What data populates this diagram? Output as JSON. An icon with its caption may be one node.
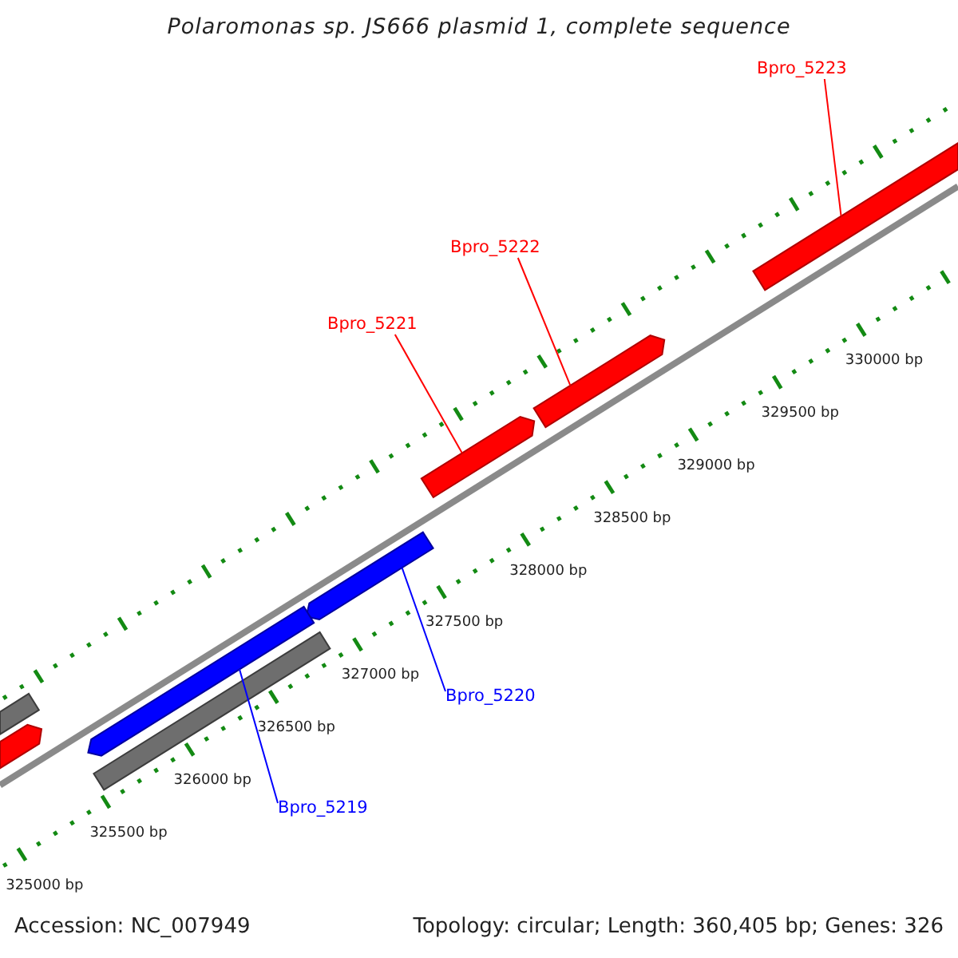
{
  "diagram": {
    "title": "Polaromonas sp. JS666 plasmid 1, complete sequence",
    "nodes": [
      {
        "text": [
          "Bpro_5223"
        ]
      },
      {
        "text": [],
        "shape": "bar"
      },
      {
        "text": [
          "Bpro_5222"
        ]
      },
      {
        "text": [
          "Bpro_5221"
        ]
      },
      {
        "text": [],
        "shape": "bar"
      },
      {
        "text": [],
        "shape": "bar"
      },
      {
        "text": [],
        "shape": "bar"
      },
      {
        "text": [
          "Bpro_5220"
        ]
      },
      {
        "text": [],
        "shape": "bar"
      },
      {
        "text": [],
        "shape": "bar"
      },
      {
        "text": [],
        "shape": "bar"
      },
      {
        "text": [],
        "shape": "bar"
      },
      {
        "text": [
          "Bpro_5219"
        ]
      }
    ],
    "edges": [
      {
        "from": 0,
        "to": 1,
        "arrow": "none"
      },
      {
        "from": 2,
        "to": 4,
        "arrow": "none"
      },
      {
        "from": 3,
        "to": 5,
        "arrow": "none"
      },
      {
        "from": 7,
        "to": 6,
        "arrow": "none",
        "color": "#0000ff"
      },
      {
        "from": 12,
        "to": 8,
        "arrow": "none",
        "color": "#0000ff"
      }
    ],
    "labels": [
      "330000 bp",
      "329500 bp",
      "329000 bp",
      "328500 bp",
      "328000 bp",
      "327500 bp",
      "327000 bp",
      "326500 bp",
      "326000 bp",
      "325500 bp",
      "325000 bp",
      "Accession: NC_007949",
      "Topology: circular; Length: 360,405 bp; Genes: 326"
    ]
  }
}
